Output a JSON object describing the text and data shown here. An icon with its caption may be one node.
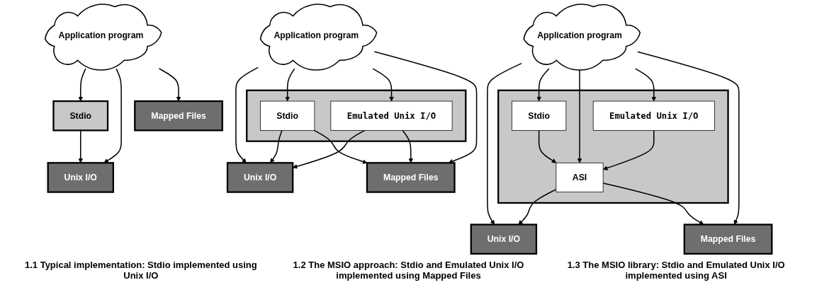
{
  "diagram": {
    "nodes": [
      {
        "text": [
          "Application program"
        ]
      },
      {
        "text": [
          "Stdio"
        ]
      },
      {
        "text": [
          "Unix I/O"
        ]
      },
      {
        "text": [
          "Mapped Files"
        ]
      },
      {
        "text": [
          "Application program"
        ]
      },
      {
        "text": [],
        "shape": "box"
      },
      {
        "text": [
          "Stdio"
        ],
        "in": 5
      },
      {
        "text": [
          "Emulated Unix I/O"
        ],
        "in": 5
      },
      {
        "text": [
          "Unix I/O"
        ]
      },
      {
        "text": [
          "Mapped Files"
        ]
      },
      {
        "text": [
          "Application program"
        ]
      },
      {
        "text": [],
        "shape": "box"
      },
      {
        "text": [
          "Stdio"
        ],
        "in": 11
      },
      {
        "text": [
          "Emulated Unix I/O"
        ],
        "in": 11
      },
      {
        "text": [
          "ASI"
        ],
        "in": 11
      },
      {
        "text": [
          "Unix I/O"
        ]
      },
      {
        "text": [
          "Mapped Files"
        ]
      }
    ],
    "edges": [
      {
        "from": 0,
        "to": 1,
        "arrow": "to"
      },
      {
        "from": 0,
        "to": 2,
        "arrow": "to"
      },
      {
        "from": 0,
        "to": 3,
        "arrow": "to"
      },
      {
        "from": 1,
        "to": 2,
        "arrow": "to"
      },
      {
        "from": 4,
        "to": 8,
        "arrow": "to"
      },
      {
        "from": 4,
        "to": 6,
        "arrow": "to"
      },
      {
        "from": 4,
        "to": 7,
        "arrow": "to"
      },
      {
        "from": 4,
        "to": 9,
        "arrow": "to"
      },
      {
        "from": 6,
        "to": 8,
        "arrow": "to"
      },
      {
        "from": 6,
        "to": 9,
        "arrow": "to"
      },
      {
        "from": 7,
        "to": 8,
        "arrow": "to"
      },
      {
        "from": 7,
        "to": 9,
        "arrow": "to"
      },
      {
        "from": 10,
        "to": 15,
        "arrow": "to"
      },
      {
        "from": 10,
        "to": 12,
        "arrow": "to"
      },
      {
        "from": 10,
        "to": 14,
        "arrow": "to"
      },
      {
        "from": 10,
        "to": 13,
        "arrow": "to"
      },
      {
        "from": 10,
        "to": 16,
        "arrow": "to"
      },
      {
        "from": 12,
        "to": 14,
        "arrow": "to"
      },
      {
        "from": 13,
        "to": 14,
        "arrow": "to"
      },
      {
        "from": 14,
        "to": 15,
        "arrow": "to"
      },
      {
        "from": 14,
        "to": 16,
        "arrow": "to"
      }
    ],
    "labels": [
      "1.1 Typical implementation: Stdio implemented using Unix I/O",
      "1.2 The MSIO approach: Stdio and Emulated Unix I/O implemented using Mapped Files",
      "1.3 The MSIO library: Stdio and Emulated Unix I/O implemented using ASI"
    ]
  }
}
